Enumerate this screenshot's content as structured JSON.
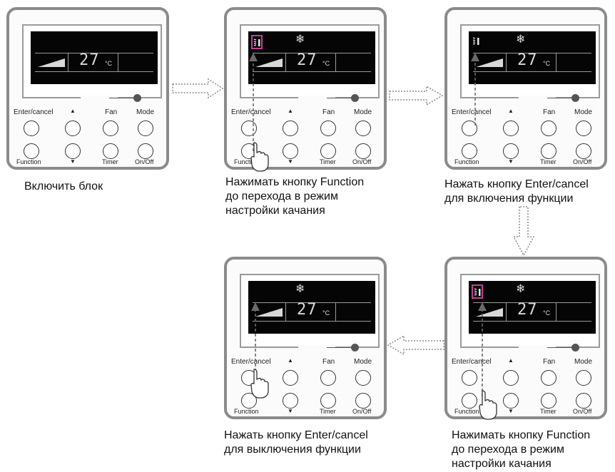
{
  "display": {
    "temperature": "27",
    "unit": "°C",
    "snowflake": "❄"
  },
  "buttons": {
    "enter": "Enter/cancel",
    "up": "▲",
    "fan": "Fan",
    "mode": "Mode",
    "function": "Function",
    "down": "▼",
    "timer": "Timer",
    "onoff": "On/Off"
  },
  "captions": {
    "c1": [
      "Включить блок"
    ],
    "c2": [
      "Нажимать кнопку Function",
      "до перехода в режим",
      "настройки качания"
    ],
    "c3": [
      "Нажать кнопку Enter/cancel",
      "для включения функции"
    ],
    "c4": [
      "Нажать кнопку Enter/cancel",
      "для выключения функции"
    ],
    "c5": [
      "Нажимать кнопку Function",
      "до перехода в режим",
      "настройки качания"
    ]
  },
  "colors": {
    "highlight": "#c2409a",
    "lcd": "#050505",
    "arrow": "#8a8a8a"
  }
}
